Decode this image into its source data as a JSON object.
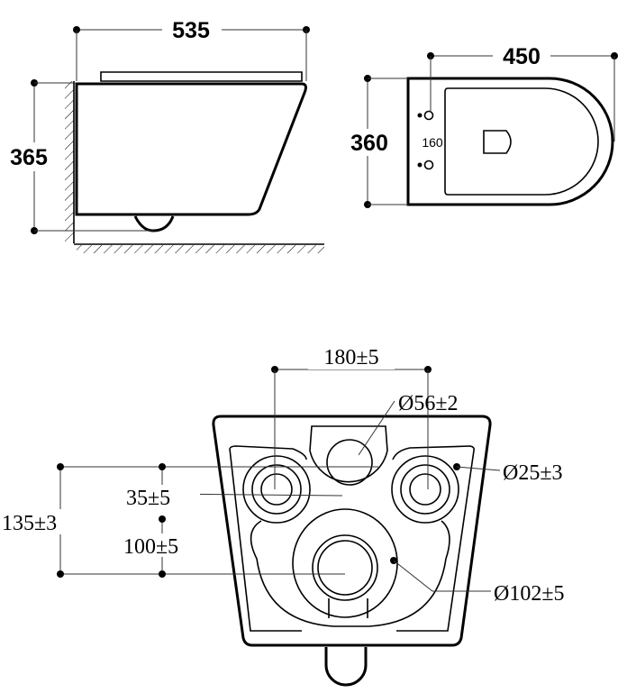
{
  "side_view": {
    "width_label": "535",
    "height_label": "365"
  },
  "top_view": {
    "length_label": "450",
    "width_label": "360",
    "bolt_spacing_label": "160"
  },
  "rear_view": {
    "bolt_spacing_label": "180±5",
    "inlet_diameter_label": "Ø56±2",
    "bolt_hole_diameter_label": "Ø25±3",
    "offset_label": "35±5",
    "height_label": "135±3",
    "outlet_offset_label": "100±5",
    "outlet_diameter_label": "Ø102±5"
  }
}
